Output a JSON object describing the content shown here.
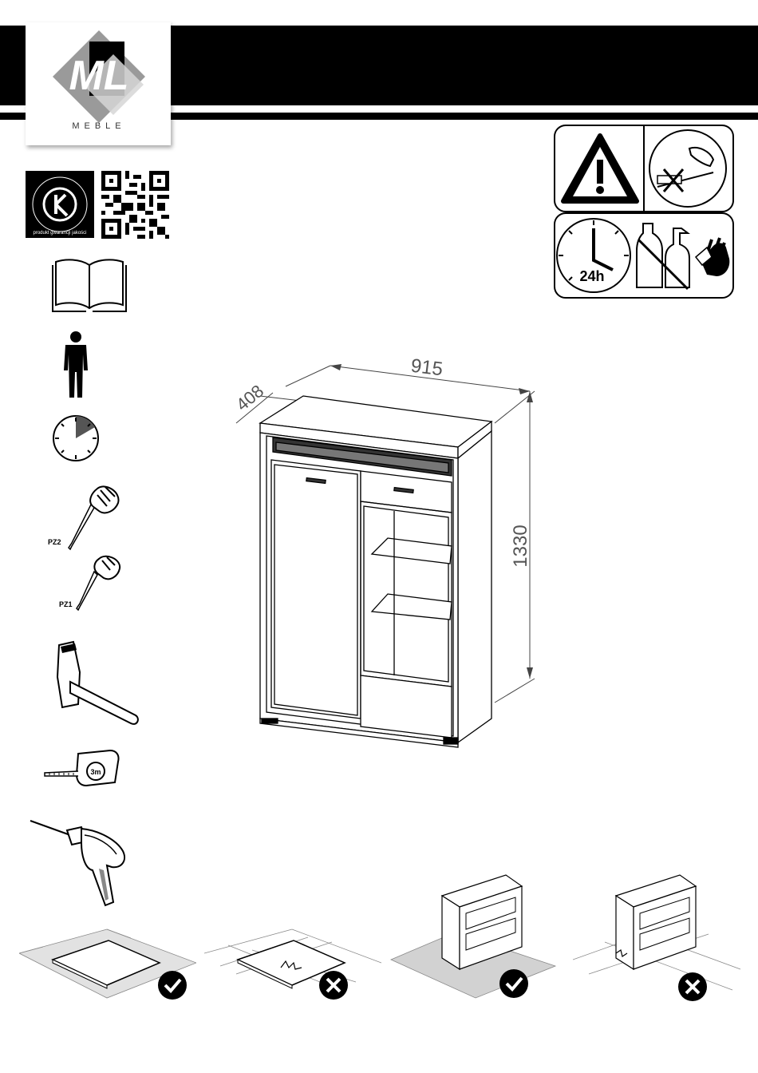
{
  "brand": {
    "logo_text": "ML",
    "logo_subtext": "MEBLE",
    "quality_seal_text": "produkt gwarancji jakości"
  },
  "tools": {
    "screwdriver_pz2": "PZ2",
    "screwdriver_pz1": "PZ1",
    "tape_measure": "3m"
  },
  "warnings": {
    "wait_time": "24h"
  },
  "dimensions": {
    "width": "915",
    "depth": "408",
    "height": "1330"
  },
  "colors": {
    "ink": "#000000",
    "gray": "#9a9a9a",
    "light_gray": "#d6d6d6",
    "white": "#ffffff"
  }
}
